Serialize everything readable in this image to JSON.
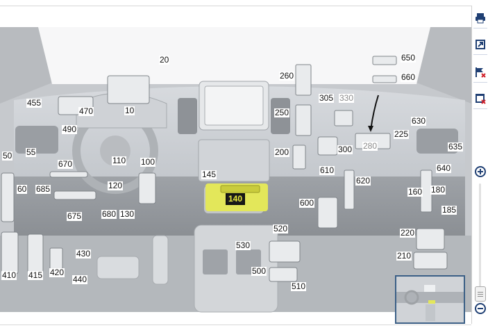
{
  "diagram": {
    "labels": {
      "l20": "20",
      "l650": "650",
      "l660": "660",
      "l260": "260",
      "l305": "305",
      "l330": "330",
      "l455": "455",
      "l470": "470",
      "l10": "10",
      "l250": "250",
      "l630": "630",
      "l490": "490",
      "l225": "225",
      "l280": "280",
      "l635": "635",
      "l300": "300",
      "l200": "200",
      "l50": "50",
      "l55": "55",
      "l670": "670",
      "l110": "110",
      "l100": "100",
      "l640": "640",
      "l145": "145",
      "l610": "610",
      "l620": "620",
      "l160": "160",
      "l180": "180",
      "l60": "60",
      "l685": "685",
      "l120": "120",
      "l140": "140",
      "l600": "600",
      "l185": "185",
      "l675": "675",
      "l680": "680",
      "l130": "130",
      "l520": "520",
      "l220": "220",
      "l530": "530",
      "l430": "430",
      "l210": "210",
      "l410": "410",
      "l415": "415",
      "l420": "420",
      "l500": "500",
      "l440": "440",
      "l510": "510"
    },
    "highlighted": "140"
  },
  "toolbar": {
    "print_icon": "printer-icon",
    "open_icon": "open-external-icon",
    "flag_icon": "flag-remove-icon",
    "remove_icon": "window-remove-icon",
    "zoom_in_icon": "zoom-in-icon",
    "zoom_out_icon": "zoom-out-icon",
    "accent": "#1f3f73"
  },
  "zoom": {
    "level": 0.1
  }
}
